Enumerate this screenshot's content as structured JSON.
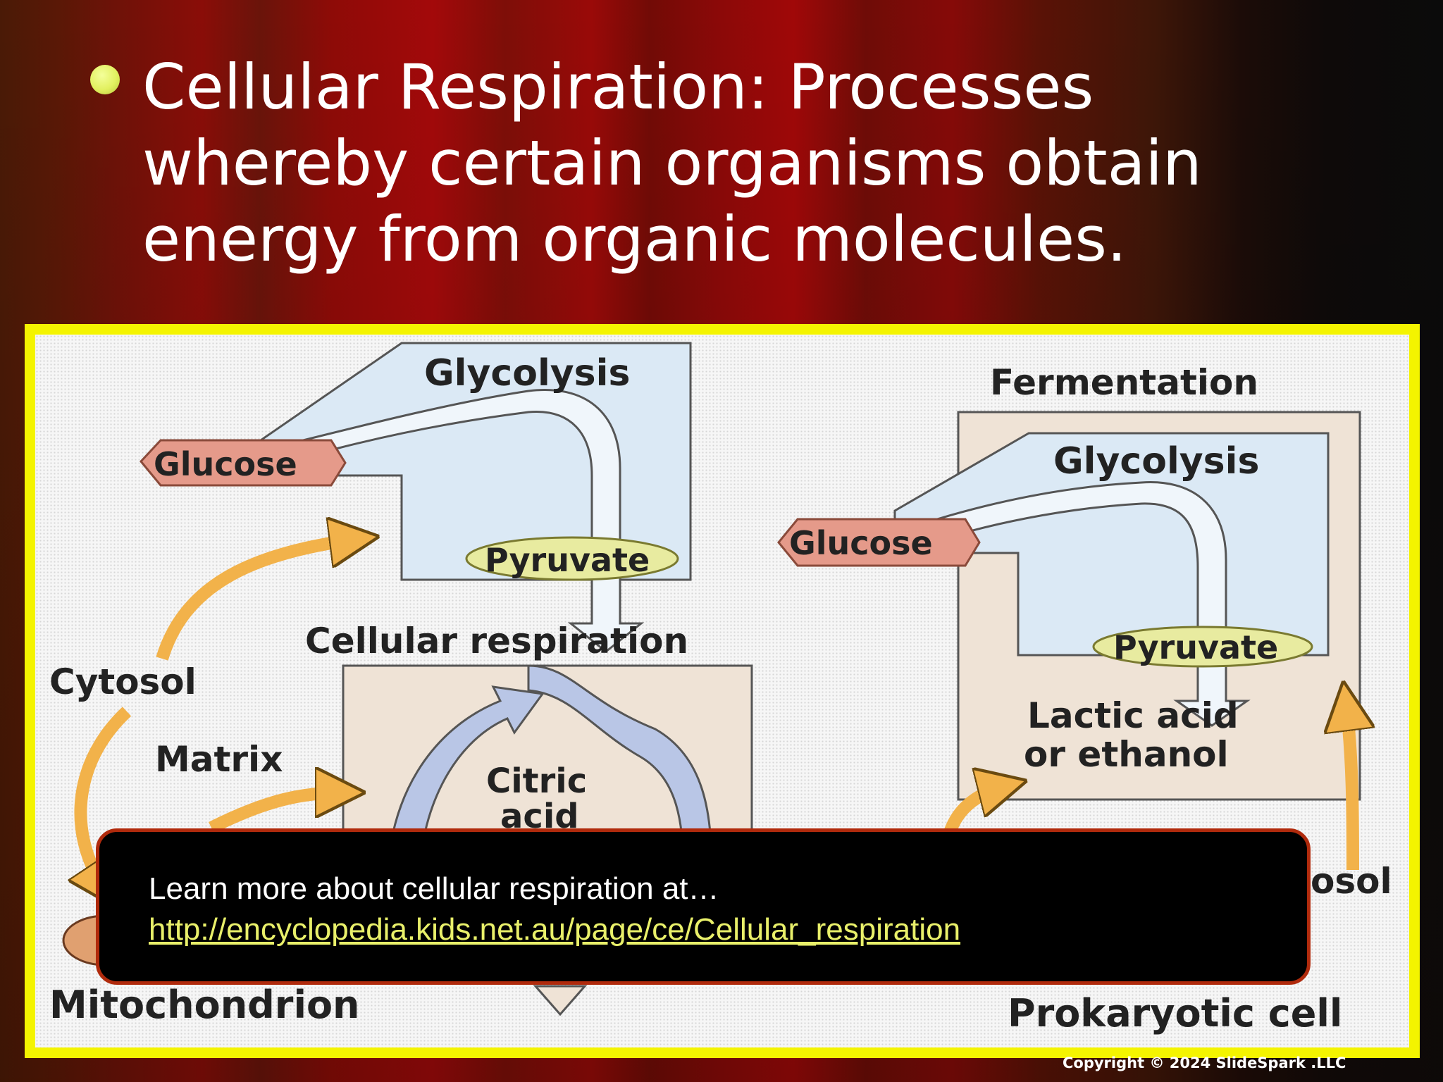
{
  "slide": {
    "bullet_text": "Cellular Respiration: Processes whereby certain organisms obtain energy from organic molecules.",
    "accent_color": "#e8f060",
    "frame_color": "#f4f400"
  },
  "diagram": {
    "glycolysis_left": "Glycolysis",
    "glucose_left": "Glucose",
    "pyruvate_left": "Pyruvate",
    "cellular_respiration": "Cellular respiration",
    "cytosol_left": "Cytosol",
    "matrix": "Matrix",
    "citric": "Citric",
    "citric_partial": "acid",
    "mitochondrion": "Mitochondrion",
    "fermentation": "Fermentation",
    "glycolysis_right": "Glycolysis",
    "glucose_right": "Glucose",
    "pyruvate_right": "Pyruvate",
    "lactic_line1": "Lactic acid",
    "lactic_line2": "or ethanol",
    "cytosol_right_partial": "osol",
    "prokaryotic_cell": "Prokaryotic cell"
  },
  "overlay": {
    "text": "Learn more about cellular respiration at…",
    "link": "http://encyclopedia.kids.net.au/page/ce/Cellular_respiration"
  },
  "footer": {
    "copyright": "Copyright © 2024 SlideSpark .LLC"
  }
}
